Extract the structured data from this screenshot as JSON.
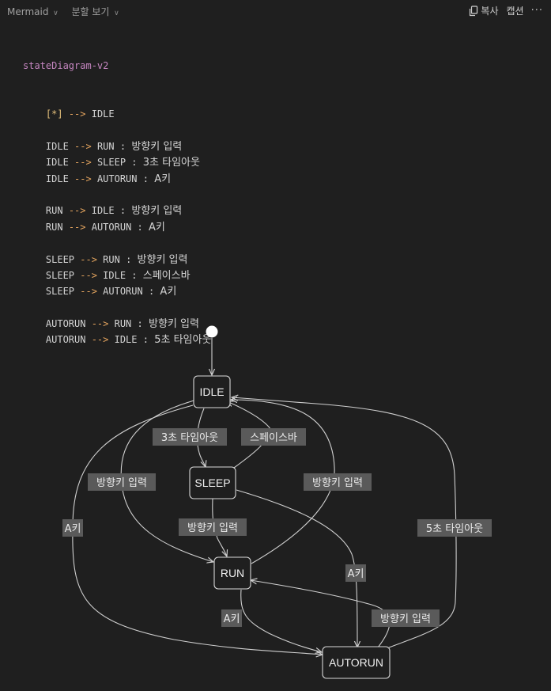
{
  "toolbar": {
    "language": "Mermaid",
    "view_mode": "분할 보기",
    "copy_label": "복사",
    "caption_label": "캡션",
    "more": "···"
  },
  "code": {
    "header": "stateDiagram-v2",
    "lines": [
      {
        "src": "[*]",
        "dst": "IDLE",
        "label": null
      },
      {
        "blank": true
      },
      {
        "src": "IDLE",
        "dst": "RUN",
        "label": "방향키 입력"
      },
      {
        "src": "IDLE",
        "dst": "SLEEP",
        "label": "3초 타임아웃"
      },
      {
        "src": "IDLE",
        "dst": "AUTORUN",
        "label": "A키"
      },
      {
        "blank": true
      },
      {
        "src": "RUN",
        "dst": "IDLE",
        "label": "방향키 입력"
      },
      {
        "src": "RUN",
        "dst": "AUTORUN",
        "label": "A키"
      },
      {
        "blank": true
      },
      {
        "src": "SLEEP",
        "dst": "RUN",
        "label": "방향키 입력"
      },
      {
        "src": "SLEEP",
        "dst": "IDLE",
        "label": "스페이스바"
      },
      {
        "src": "SLEEP",
        "dst": "AUTORUN",
        "label": "A키"
      },
      {
        "blank": true
      },
      {
        "src": "AUTORUN",
        "dst": "RUN",
        "label": "방향키 입력"
      },
      {
        "src": "AUTORUN",
        "dst": "IDLE",
        "label": "5초 타임아웃"
      }
    ]
  },
  "diagram": {
    "states": {
      "idle": "IDLE",
      "sleep": "SLEEP",
      "run": "RUN",
      "autorun": "AUTORUN"
    },
    "transitions": {
      "idle_sleep": "3초 타임아웃",
      "sleep_idle": "스페이스바",
      "idle_run": "방향키 입력",
      "run_idle": "방향키 입력",
      "sleep_run": "방향키 입력",
      "idle_autorun": "A키",
      "sleep_autorun": "A키",
      "autorun_idle": "5초 타임아웃",
      "run_autorun": "A키",
      "autorun_run": "방향키 입력"
    }
  }
}
